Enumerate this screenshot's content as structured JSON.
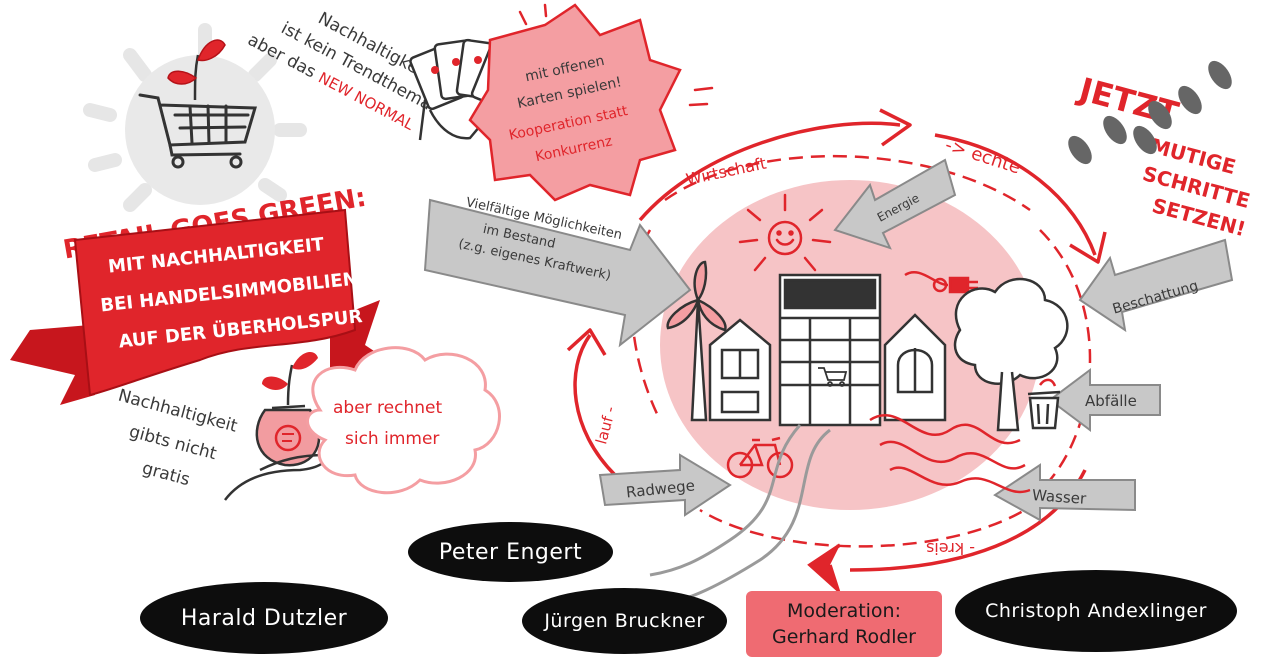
{
  "colors": {
    "accent_red": "#e0252b",
    "light_pink": "#f6c4c6",
    "grey_arrow": "#c8c8c8",
    "ink": "#333333",
    "pill": "#0d0d0d",
    "moderation_box": "#ef6b72"
  },
  "headline": {
    "title": "RETAIL GOES GREEN:",
    "banner_line1": "MIT NACHHALTIGKEIT",
    "banner_line2": "BEI HANDELSIMMOBILIEN",
    "banner_line3": "AUF DER ÜBERHOLSPUR"
  },
  "trend": {
    "line1": "Nachhaltigkeit",
    "line2": "ist kein Trendthema",
    "line3": "aber das",
    "highlight": "NEW NORMAL"
  },
  "burst": {
    "line1": "mit offenen",
    "line2": "Karten spielen!",
    "line3": "Kooperation statt",
    "line4": "Konkurrenz"
  },
  "cost": {
    "line1": "Nachhaltigkeit",
    "line2": "gibts nicht",
    "line3": "gratis",
    "cloud_line1": "aber rechnet",
    "cloud_line2": "sich immer"
  },
  "cycle": {
    "wirtschaft": "Wirtschaft",
    "echte": "-> echte",
    "lauf": "lauf -",
    "kreis": "- kreis"
  },
  "arrows": {
    "vielfaeltig_line1": "Vielfältige Möglichkeiten",
    "vielfaeltig_line2": "im Bestand",
    "vielfaeltig_line3": "(z.g. eigenes Kraftwerk)",
    "energie": "Energie",
    "beschattung": "Beschattung",
    "abfaelle": "Abfälle",
    "wasser": "Wasser",
    "radwege": "Radwege"
  },
  "jetzt": {
    "line1": "JETZT",
    "line2": "MUTIGE",
    "line3": "SCHRITTE",
    "line4": "SETZEN!"
  },
  "speakers": {
    "harald": "Harald Dutzler",
    "peter": "Peter Engert",
    "juergen": "Jürgen Bruckner",
    "christoph": "Christoph Andexlinger"
  },
  "moderation": {
    "label": "Moderation:",
    "name": "Gerhard Rodler"
  }
}
